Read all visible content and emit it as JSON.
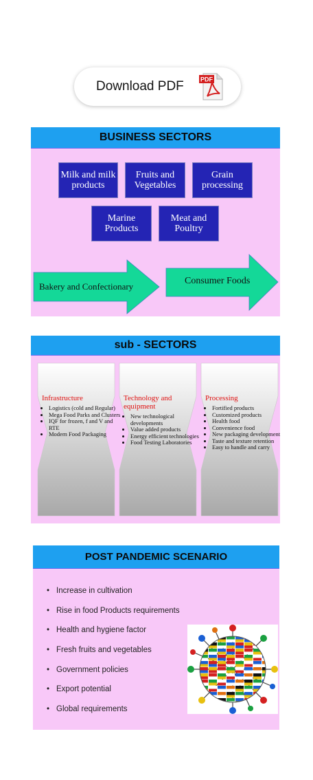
{
  "download": {
    "label": "Download PDF",
    "icon": "pdf-file-icon",
    "icon_text": "PDF"
  },
  "slide1": {
    "title": "BUSINESS SECTORS",
    "boxes": [
      "Milk and milk products",
      "Fruits and Vegetables",
      "Grain processing",
      "Marine Products",
      "Meat and Poultry"
    ],
    "arrows": [
      "Bakery and Confectionary",
      "Consumer Foods"
    ],
    "colors": {
      "header": "#1ea0f0",
      "background": "#f8c8f8",
      "box": "#2424b4",
      "arrow": "#14d898"
    }
  },
  "slide2": {
    "title": "sub - SECTORS",
    "columns": [
      {
        "title": "Infrastructure",
        "items": [
          "Logistics (cold and Regular)",
          "Mega Food Parks and Clusters",
          "IQF for frozen, f and V and RTE",
          "Modern Food Packaging"
        ]
      },
      {
        "title": "Technology and equipment",
        "items": [
          "New technological developments",
          "Value added products",
          "Energy efficient technologies",
          "Food Testing Laboratories"
        ]
      },
      {
        "title": "Processing",
        "items": [
          "Fortified products",
          "Customized products",
          "Health food",
          "Convenience food",
          "New packaging development",
          "Taste and texture retention",
          "Easy to handle and carry"
        ]
      }
    ]
  },
  "slide3": {
    "title": "POST PANDEMIC SCENARIO",
    "items": [
      "Increase in cultivation",
      "Rise in food Products requirements",
      "Health and hygiene factor",
      "Fresh fruits and vegetables",
      "Government policies",
      "Export potential",
      "Global requirements"
    ],
    "image": "flag-virus-globe-icon"
  }
}
